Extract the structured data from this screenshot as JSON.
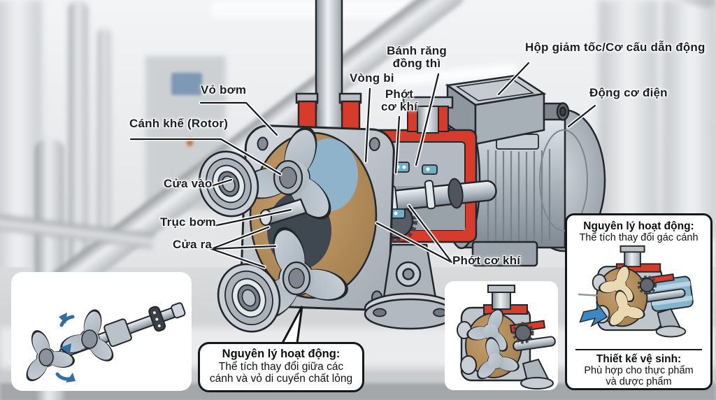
{
  "callouts": {
    "vo_bom": "Vỏ bơm",
    "canh_khe": "Cánh khế (Rotor)",
    "cua_vao": "Cửa vào",
    "truc_bom": "Trục bơm",
    "cua_ra": "Cửa ra",
    "vong_bi": "Vòng bi",
    "phot_co_khi_line1": "Phớt",
    "phot_co_khi_line2": "cơ khí",
    "banh_rang_line1": "Bánh răng",
    "banh_rang_line2": "đồng thì",
    "hop_giam_toc": "Hộp giảm tốc/Cơ cấu dẫn động",
    "dong_co_dien": "Động cơ điện",
    "phot_co_khi_2": "Phớt cơ khí"
  },
  "notes": {
    "bottom_bubble": {
      "title": "Nguyên lý hoạt động:",
      "line1": "Thể tích thay đổi giữa các",
      "line2": "cánh và vỏ di cuyển chất lỏng"
    },
    "right_panel": {
      "principle_title": "Nguyên lý hoạt động:",
      "principle_text": "Thể tích thay đổi gác cánh",
      "hygiene_title": "Thiết kế vệ sinh:",
      "hygiene_line1": "Phù hợp cho thực phẩm",
      "hygiene_line2": "và dược phẩm"
    }
  },
  "colors": {
    "cut_red": "#d63b2b",
    "chamber_tan": "#b8905f",
    "metal_light": "#ccd2d7",
    "metal_mid": "#9aa3ab",
    "outline_dark": "#23272c",
    "accent_blue": "#3f7fb5",
    "label_text": "#1b1e22"
  }
}
